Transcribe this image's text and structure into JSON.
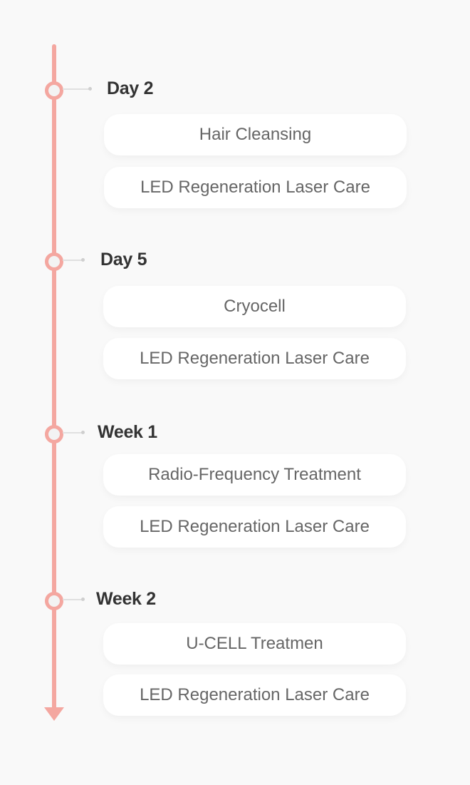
{
  "colors": {
    "accent": "#f4a7a0",
    "background": "#f9f9f9",
    "card": "#ffffff",
    "label": "#333333",
    "text": "#666666"
  },
  "timeline": [
    {
      "label": "Day 2",
      "items": [
        "Hair Cleansing",
        "LED Regeneration Laser Care"
      ]
    },
    {
      "label": "Day 5",
      "items": [
        "Cryocell",
        "LED Regeneration Laser Care"
      ]
    },
    {
      "label": "Week 1",
      "items": [
        "Radio-Frequency Treatment",
        "LED Regeneration Laser Care"
      ]
    },
    {
      "label": "Week 2",
      "items": [
        "U-CELL Treatmen",
        "LED Regeneration Laser Care"
      ]
    }
  ]
}
